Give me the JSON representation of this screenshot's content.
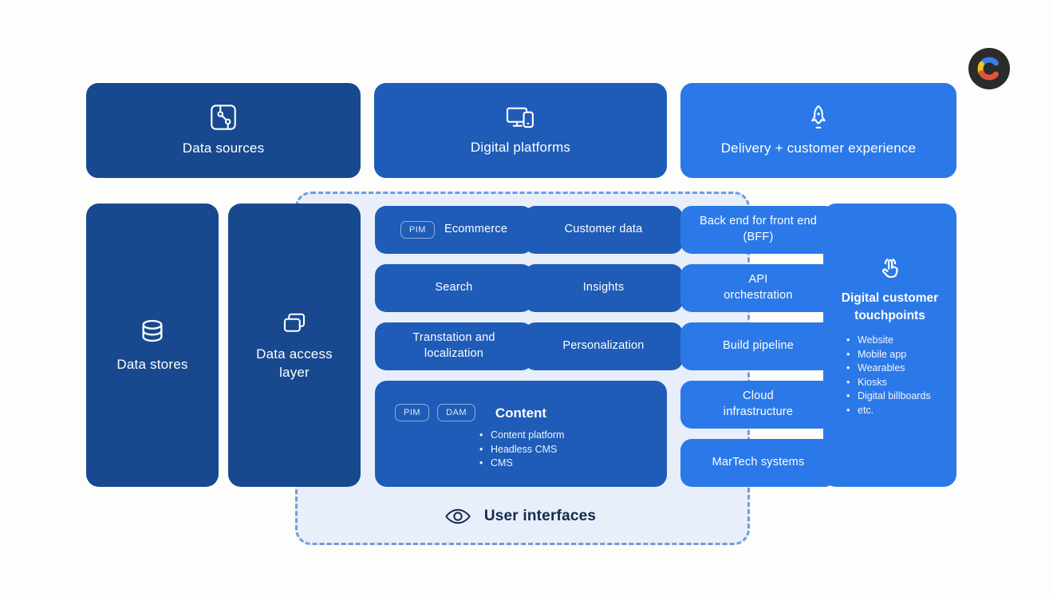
{
  "colors": {
    "navy": "#18498f",
    "medium_blue": "#1e5cb8",
    "bright_blue": "#2b79e9",
    "container_fill": "#e8effa",
    "dashed_border": "#6f9ce0",
    "dark_text": "#16294e",
    "background": "#fdfdfb",
    "logo_circle": "#2b2b2b",
    "logo_blue": "#3b7de8",
    "logo_yellow": "#f5c518",
    "logo_red": "#e1543a"
  },
  "top_row": [
    {
      "label": "Data sources",
      "icon": "circuit-board-icon"
    },
    {
      "label": "Digital platforms",
      "icon": "devices-icon"
    },
    {
      "label": "Delivery + customer experience",
      "icon": "rocket-icon"
    }
  ],
  "left_column": [
    {
      "label": "Data stores",
      "icon": "database-icon"
    },
    {
      "label": "Data access layer",
      "icon": "layers-icon"
    }
  ],
  "services_grid": [
    {
      "label": "Ecommerce",
      "badge": "PIM"
    },
    {
      "label": "Customer data"
    },
    {
      "label": "Search"
    },
    {
      "label": "Insights"
    },
    {
      "label": "Transtation and localization"
    },
    {
      "label": "Personalization"
    }
  ],
  "content_box": {
    "title": "Content",
    "badges": [
      "PIM",
      "DAM"
    ],
    "items": [
      "Content platform",
      "Headless CMS",
      "CMS"
    ]
  },
  "backend_column": [
    {
      "label": "Back end for front end (BFF)"
    },
    {
      "label": "API orchestration"
    },
    {
      "label": "Build pipeline"
    },
    {
      "label": "Cloud infrastructure"
    },
    {
      "label": "MarTech systems"
    }
  ],
  "touchpoints_box": {
    "title": "Digital customer touchpoints",
    "icon": "tap-icon",
    "items": [
      "Website",
      "Mobile app",
      "Wearables",
      "Kiosks",
      "Digital billboards",
      "etc."
    ]
  },
  "user_interfaces": {
    "label": "User interfaces",
    "icon": "eye-icon"
  }
}
